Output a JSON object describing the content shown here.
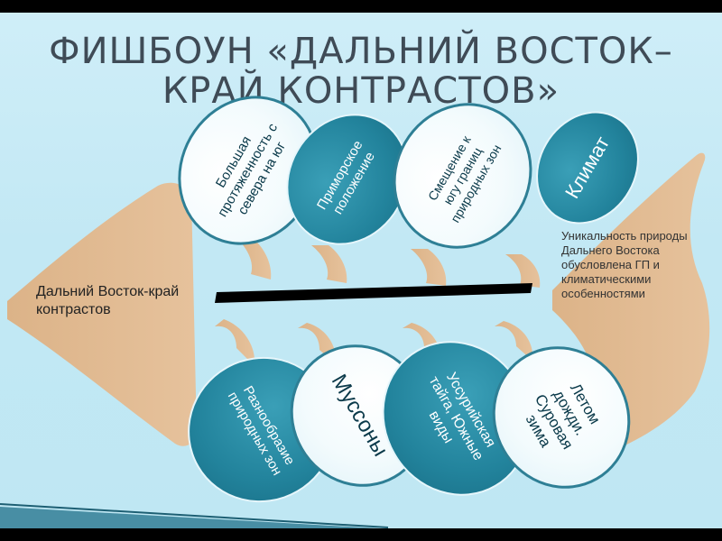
{
  "title": {
    "line1": "ФИШБОУН «ДАЛЬНИЙ ВОСТОК–",
    "line2": "КРАЙ КОНТРАСТОВ»"
  },
  "head_text": "Дальний Восток-край контрастов",
  "conclusion": "Уникальность природы Дальнего Востока обусловлена ГП и климатическими особенностями",
  "upper_bones": [
    "Большая протяженность с севера на юг",
    "Приморское положение",
    "Смещение к югу границ природных зон",
    "Климат"
  ],
  "lower_bones": [
    "Разнообразие природных зон",
    "Муссоны",
    "Уссурийская тайга, Южные виды",
    "Летом дожди. Суровая зима"
  ],
  "colors": {
    "fish": "#e0b991",
    "spine": "#000000",
    "oval_dark": "#22839c",
    "oval_light": "#f3fbfd",
    "background": "#c2e8f4"
  }
}
